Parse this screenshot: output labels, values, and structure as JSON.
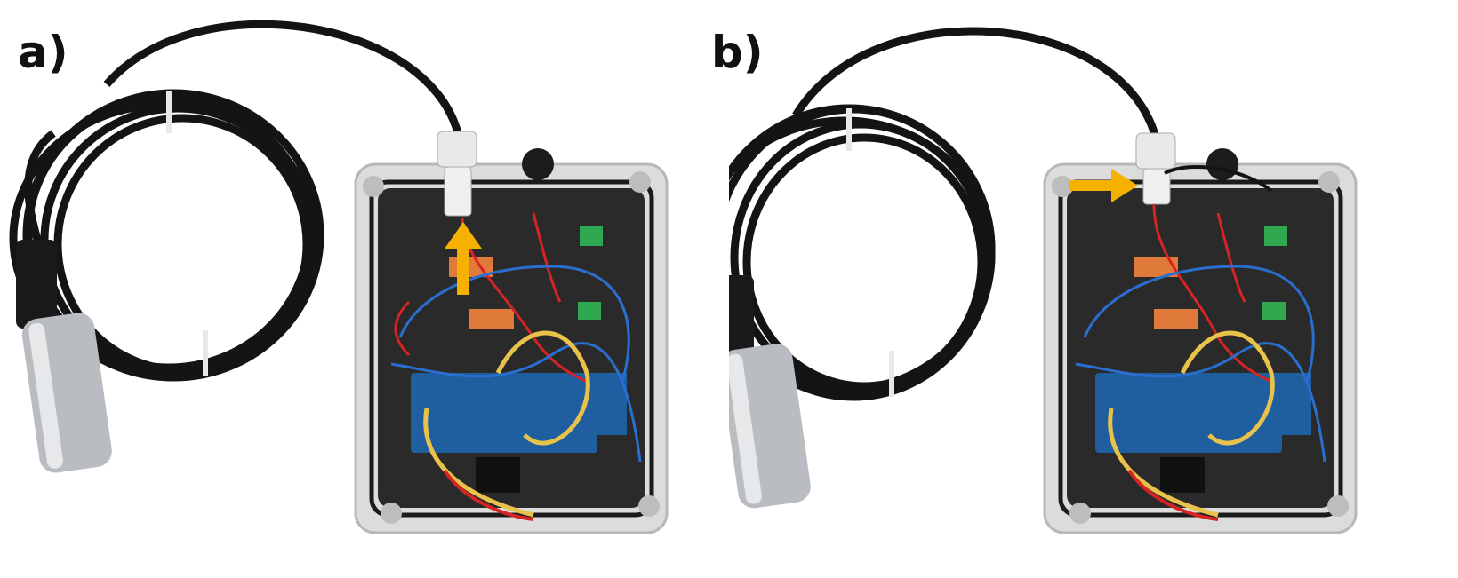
{
  "figure": {
    "panels": [
      {
        "label": "a)",
        "arrow_direction": "up",
        "arrow_color": "#F5B000"
      },
      {
        "label": "b)",
        "arrow_direction": "right",
        "arrow_color": "#F5B000"
      }
    ],
    "colors": {
      "cable": "#141414",
      "enclosure": "#dcdcdc",
      "enclosure_inner": "#2a2a2a",
      "probe": "#b9bcc0",
      "board": "#1f5fa0",
      "wire_red": "#d42424",
      "wire_blue": "#2a6fd0",
      "wire_yellow": "#e8c24a",
      "terminal_green": "#2fa84f",
      "connector_orange": "#e07a3a"
    }
  }
}
